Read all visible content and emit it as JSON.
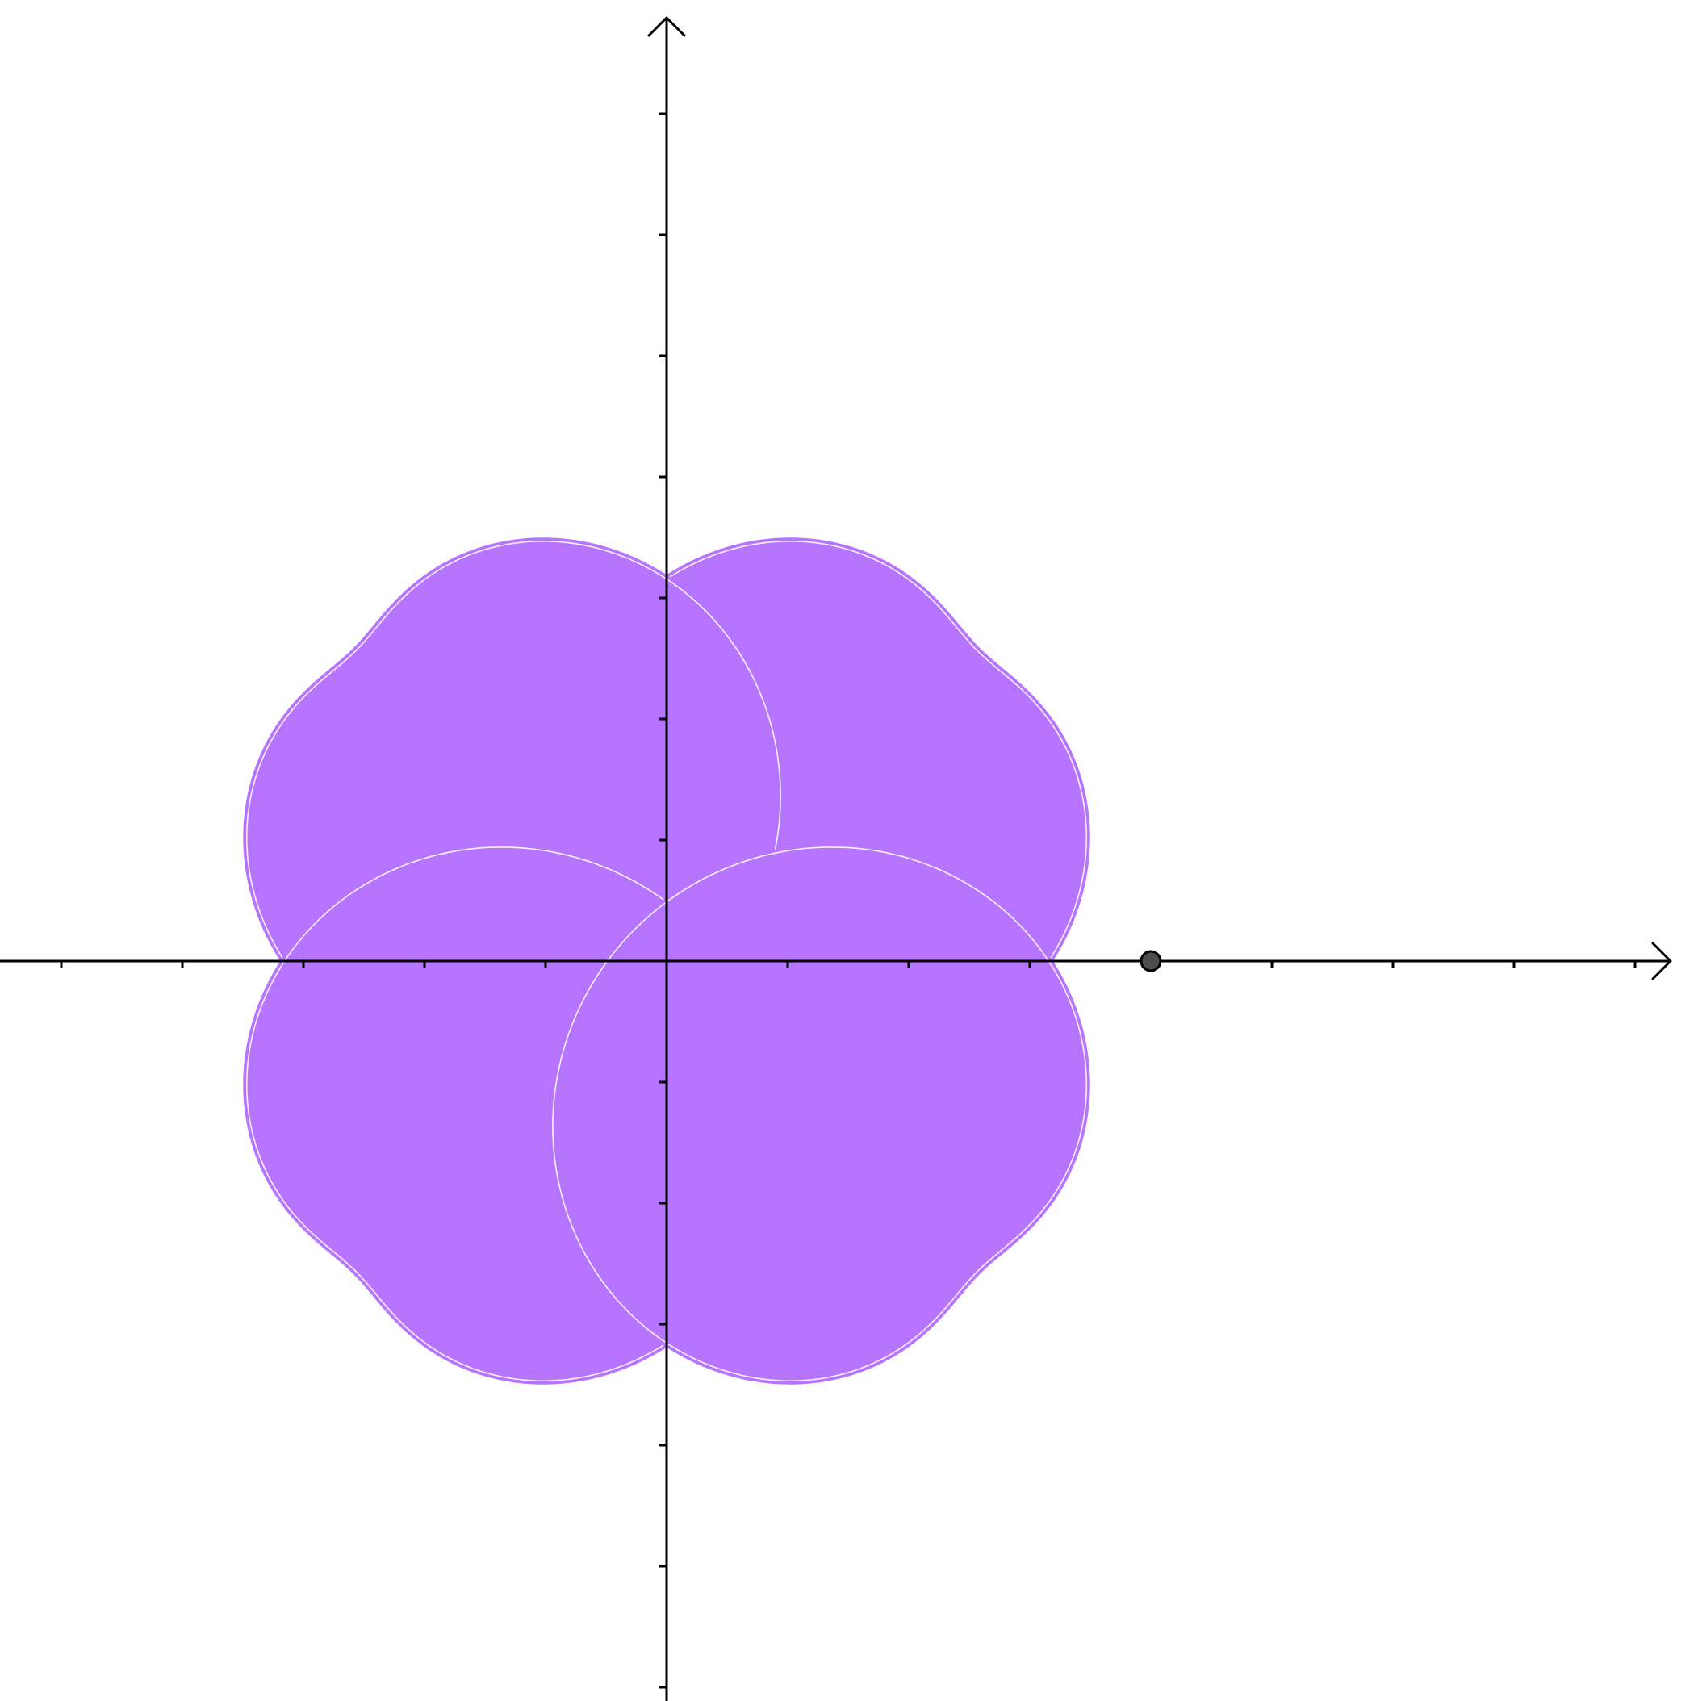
{
  "figure": {
    "kind": "region bounded by four cardioid-like lobes on cartesian axes",
    "fill_color": "#b774fe",
    "edge_color": "#b774fe",
    "axis_color": "#000000",
    "point_color": "#4d4d4d",
    "grid": false
  },
  "axes": {
    "xlim": [
      -5.5,
      8.3
    ],
    "ylim": [
      -6.1,
      7.8
    ],
    "x_ticks": [
      -5,
      -4,
      -3,
      -2,
      -1,
      1,
      2,
      3,
      4,
      5,
      6,
      7,
      8
    ],
    "y_ticks": [
      -6,
      -5,
      -4,
      -3,
      -2,
      -1,
      1,
      2,
      3,
      4,
      5,
      6,
      7
    ],
    "show_tick_labels": false
  },
  "lobes": [
    {
      "name": "upper-right-lobe",
      "center": [
        2,
        2
      ],
      "r0": 2,
      "a": 1.2,
      "phase_deg": -135
    },
    {
      "name": "upper-left-lobe",
      "center": [
        -2,
        2
      ],
      "r0": 2,
      "a": 1.2,
      "phase_deg": -45
    },
    {
      "name": "lower-left-lobe",
      "center": [
        -2,
        -2
      ],
      "r0": 2,
      "a": 1.2,
      "phase_deg": 45
    },
    {
      "name": "lower-right-lobe",
      "center": [
        2,
        -2
      ],
      "r0": 2,
      "a": 1.2,
      "phase_deg": 135
    }
  ],
  "point": {
    "name": "marked-point",
    "x": 4,
    "y": 0
  }
}
